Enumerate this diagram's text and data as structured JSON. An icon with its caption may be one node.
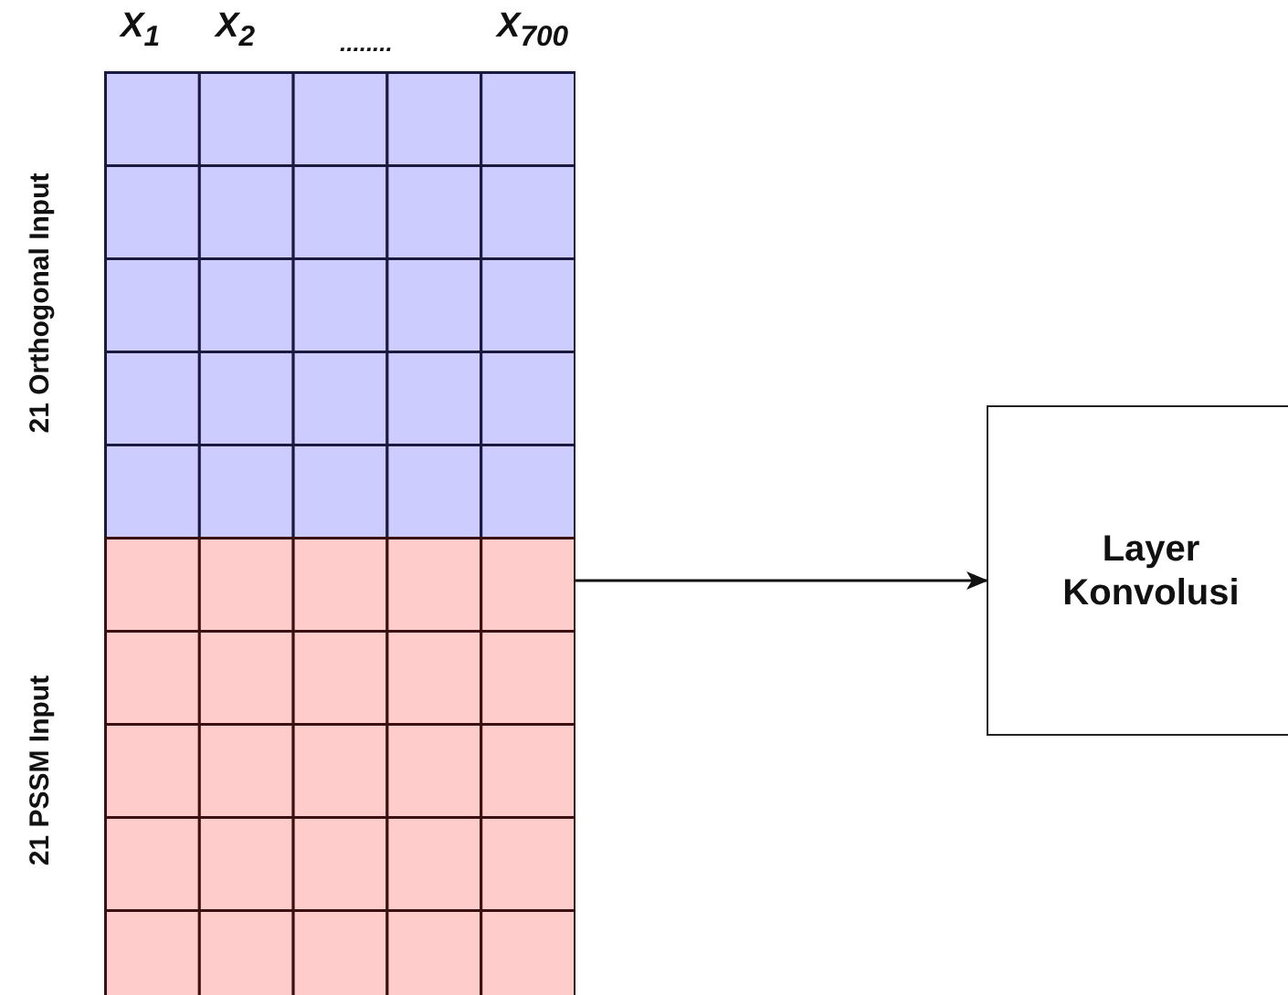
{
  "diagram": {
    "nodes": [
      {
        "text": [],
        "shape": "box"
      },
      {
        "text": [
          "Layer Konvolusi"
        ]
      }
    ],
    "edges": [
      {
        "from": 0,
        "to": 1,
        "arrow": "to"
      }
    ],
    "labels": [
      "X$_{1}$",
      "X$_{2}$",
      "........",
      "X$_{700}$",
      "21 Orthogonal Input",
      "21 PSSM Input"
    ]
  }
}
